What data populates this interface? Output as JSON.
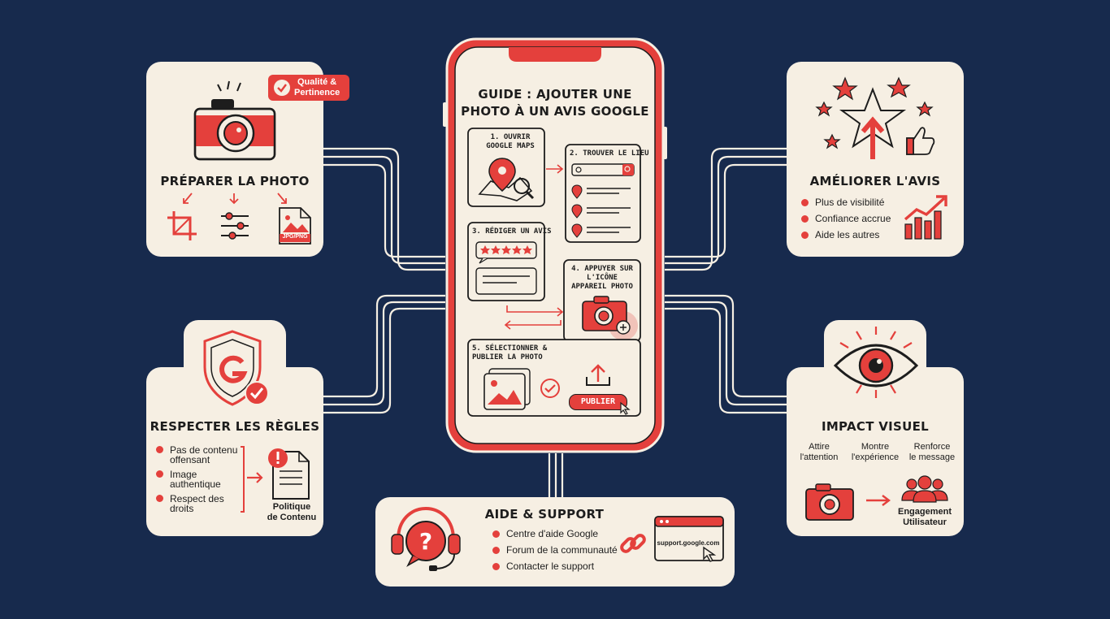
{
  "phone": {
    "title_line1": "GUIDE : AJOUTER UNE",
    "title_line2": "PHOTO À UN AVIS GOOGLE",
    "step1_line1": "1. OUVRIR",
    "step1_line2": "GOOGLE MAPS",
    "step2": "2. TROUVER LE LIEU",
    "step3": "3. RÉDIGER UN AVIS",
    "step4_line1": "4. APPUYER SUR",
    "step4_line2": "L'ICÔNE",
    "step4_line3": "APPAREIL PHOTO",
    "step5_line1": "5. SÉLECTIONNER &",
    "step5_line2": "PUBLIER LA PHOTO",
    "publish_button": "PUBLIER"
  },
  "prepare": {
    "title": "PRÉPARER LA PHOTO",
    "badge_line1": "Qualité &",
    "badge_line2": "Pertinence",
    "file_label": "JPG/PNG"
  },
  "rules": {
    "title": "RESPECTER LES RÈGLES",
    "items": [
      {
        "line1": "Pas de contenu",
        "line2": "offensant"
      },
      {
        "line1": "Image",
        "line2": "authentique"
      },
      {
        "line1": "Respect des",
        "line2": "droits"
      }
    ],
    "doc_line1": "Politique",
    "doc_line2": "de Contenu"
  },
  "improve": {
    "title": "AMÉLIORER L'AVIS",
    "items": [
      "Plus de visibilité",
      "Confiance accrue",
      "Aide les autres"
    ]
  },
  "impact": {
    "title": "IMPACT VISUEL",
    "cols": [
      {
        "line1": "Attire",
        "line2": "l'attention"
      },
      {
        "line1": "Montre",
        "line2": "l'expérience"
      },
      {
        "line1": "Renforce",
        "line2": "le message"
      }
    ],
    "engage_line1": "Engagement",
    "engage_line2": "Utilisateur"
  },
  "support": {
    "title": "AIDE & SUPPORT",
    "items": [
      "Centre d'aide Google",
      "Forum de la communauté",
      "Contacter le support"
    ],
    "url": "support.google.com"
  },
  "colors": {
    "background": "#172a4d",
    "card": "#f6efe3",
    "accent": "#e4403c",
    "ink": "#1d1d1d"
  }
}
